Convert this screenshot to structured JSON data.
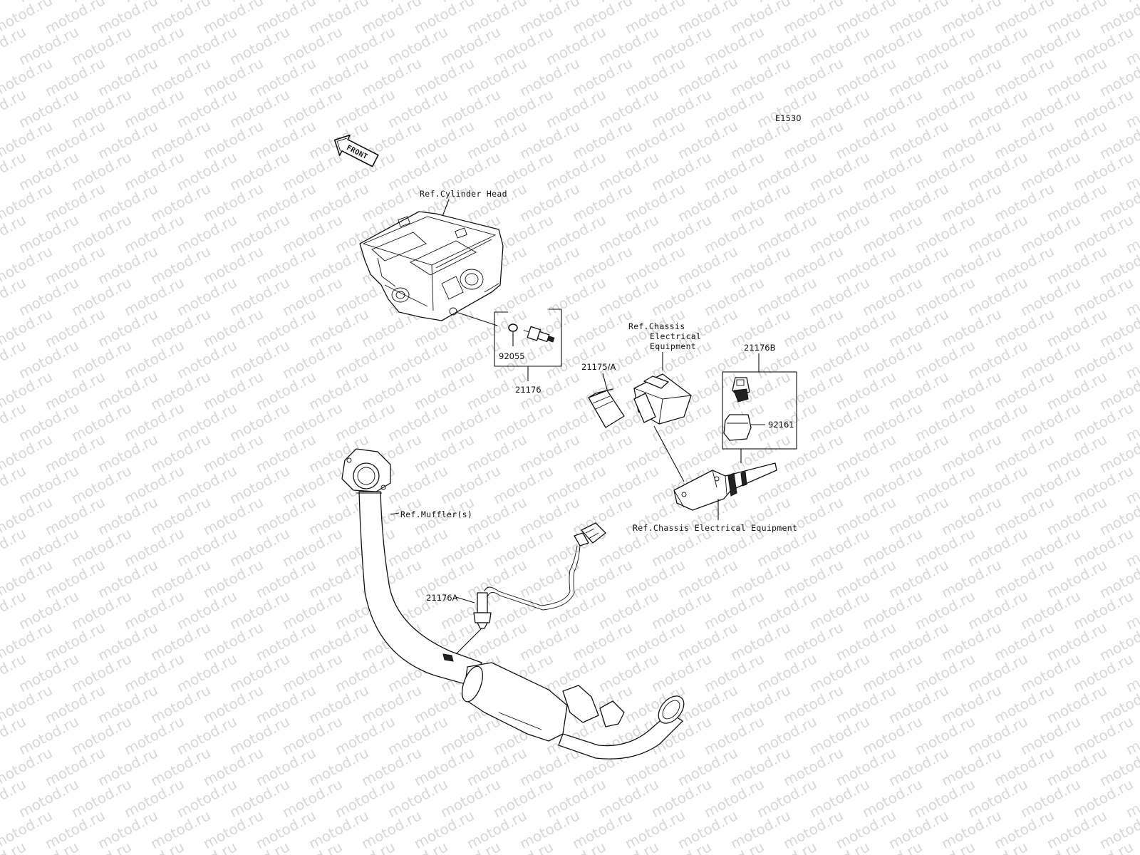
{
  "watermark": {
    "text": "motod.ru",
    "color": "#d7d7d7"
  },
  "diagram_code": "E1530",
  "front_arrow": {
    "text": "FRONT"
  },
  "references": {
    "cylinder_head": "Ref.Cylinder Head",
    "chassis_1": "Ref.Chassis",
    "chassis_2": "Electrical",
    "chassis_3": "Equipment",
    "muffler": "Ref.Muffler(s)",
    "chassis_full": "Ref.Chassis Electrical Equipment"
  },
  "parts": {
    "p92055": "92055",
    "p21176": "21176",
    "p21175A": "21175/A",
    "p21176B": "21176B",
    "p92161": "92161",
    "p21176A": "21176A"
  }
}
